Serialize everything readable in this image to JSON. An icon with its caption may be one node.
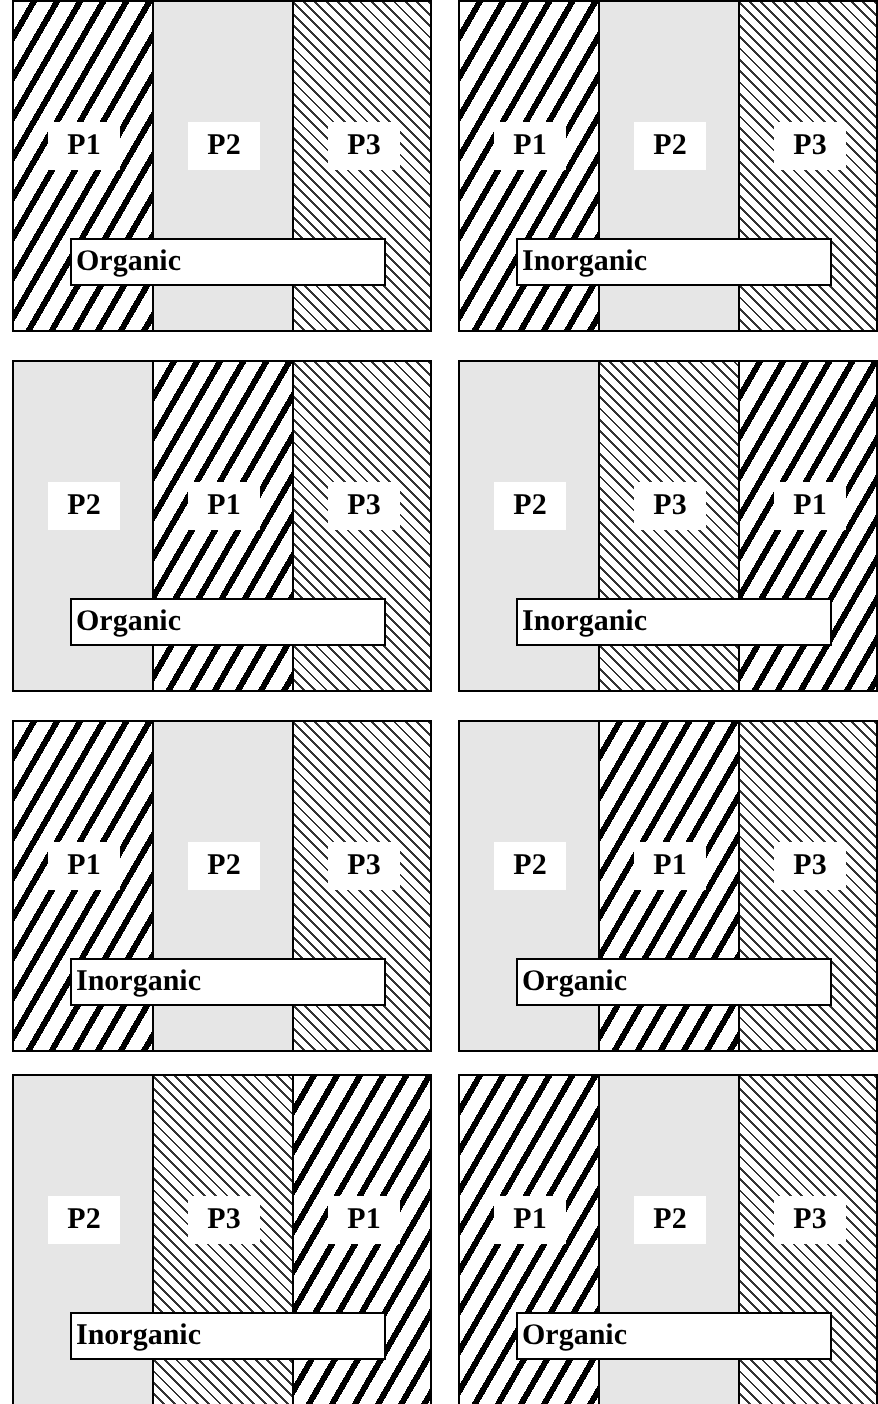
{
  "diagram": {
    "nodes": [
      {
        "text": [],
        "shape": "box"
      },
      {
        "text": [
          "P1"
        ],
        "in": 0
      },
      {
        "text": [
          "P2"
        ],
        "in": 0
      },
      {
        "text": [
          "P3"
        ],
        "in": 0
      },
      {
        "text": [
          "Organic"
        ],
        "in": 0
      },
      {
        "text": [],
        "shape": "box"
      },
      {
        "text": [
          "P1"
        ],
        "in": 5
      },
      {
        "text": [
          "P2"
        ],
        "in": 5
      },
      {
        "text": [
          "P3"
        ],
        "in": 5
      },
      {
        "text": [
          "Inorganic"
        ],
        "in": 5
      },
      {
        "text": [],
        "shape": "box"
      },
      {
        "text": [
          "P2"
        ],
        "in": 10
      },
      {
        "text": [
          "P1"
        ],
        "in": 10
      },
      {
        "text": [
          "P3"
        ],
        "in": 10
      },
      {
        "text": [
          "Organic"
        ],
        "in": 10
      },
      {
        "text": [],
        "shape": "box"
      },
      {
        "text": [
          "P2"
        ],
        "in": 15
      },
      {
        "text": [
          "P3"
        ],
        "in": 15
      },
      {
        "text": [
          "P1"
        ],
        "in": 15
      },
      {
        "text": [
          "Inorganic"
        ],
        "in": 15
      },
      {
        "text": [],
        "shape": "box"
      },
      {
        "text": [
          "P1"
        ],
        "in": 20
      },
      {
        "text": [
          "P2"
        ],
        "in": 20
      },
      {
        "text": [
          "P3"
        ],
        "in": 20
      },
      {
        "text": [
          "Inorganic"
        ],
        "in": 20
      },
      {
        "text": [],
        "shape": "box"
      },
      {
        "text": [
          "P2"
        ],
        "in": 25
      },
      {
        "text": [
          "P1"
        ],
        "in": 25
      },
      {
        "text": [
          "P3"
        ],
        "in": 25
      },
      {
        "text": [
          "Organic"
        ],
        "in": 25
      },
      {
        "text": [],
        "shape": "box"
      },
      {
        "text": [
          "P2"
        ],
        "in": 30
      },
      {
        "text": [
          "P3"
        ],
        "in": 30
      },
      {
        "text": [
          "P1"
        ],
        "in": 30
      },
      {
        "text": [
          "Inorganic"
        ],
        "in": 30
      },
      {
        "text": [],
        "shape": "box"
      },
      {
        "text": [
          "P1"
        ],
        "in": 35
      },
      {
        "text": [
          "P2"
        ],
        "in": 35
      },
      {
        "text": [
          "P3"
        ],
        "in": 35
      },
      {
        "text": [
          "Organic"
        ],
        "in": 35
      }
    ]
  }
}
